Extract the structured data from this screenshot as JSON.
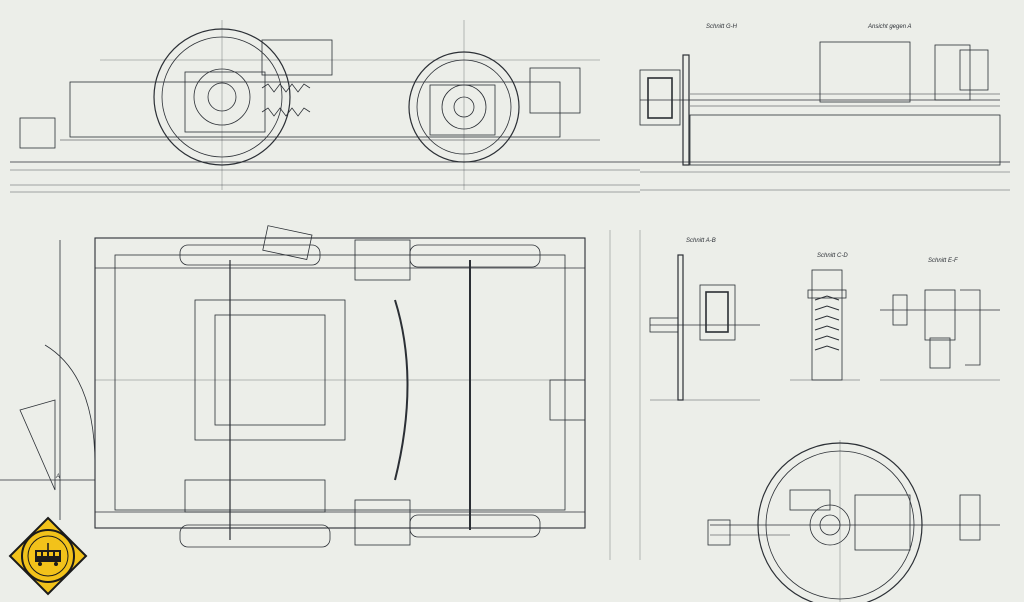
{
  "labels": {
    "section_g_h": "Schnitt G-H",
    "view_a": "Ansicht gegen A",
    "section_a_b": "Schnitt A-B",
    "section_c_d": "Schnitt C-D",
    "section_e_f": "Schnitt E-F",
    "arrow_a": "A"
  },
  "colors": {
    "paper": "#eceee9",
    "ink": "#2b2f35",
    "badge_fill": "#f2c21a",
    "badge_ink": "#1b1b1b"
  }
}
